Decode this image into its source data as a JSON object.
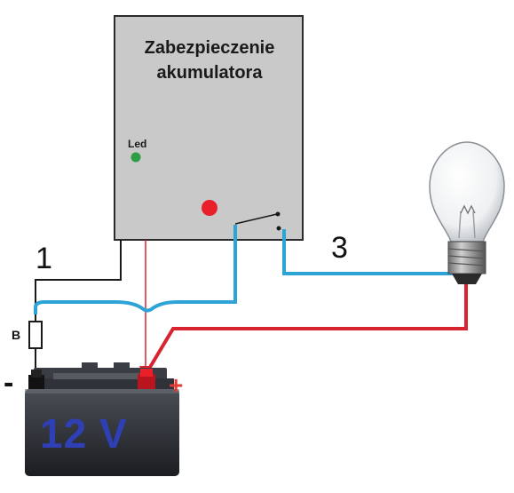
{
  "module": {
    "title_line1": "Zabezpieczenie",
    "title_line2": "akumulatora",
    "led_label": "Led"
  },
  "battery": {
    "voltage": "12 V",
    "negative": "-",
    "positive": "+"
  },
  "labels": {
    "wire_1": "1",
    "wire_3": "3",
    "fuse": "B"
  },
  "colors": {
    "module_fill": "#c9c9c9",
    "led_green": "#2e9e44",
    "led_red": "#e8202a",
    "wire_blue": "#2ea3d6",
    "wire_red": "#d8242f",
    "wire_black": "#1a1a1a",
    "battery_body": "#2a2d33",
    "voltage_text": "#2f3fb5",
    "plus_sign": "#e53935"
  }
}
